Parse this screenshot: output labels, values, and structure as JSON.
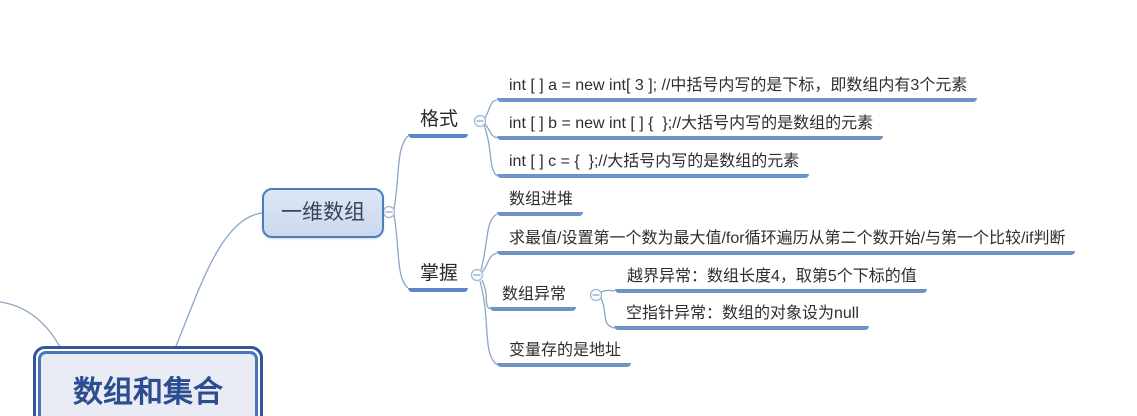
{
  "app": {
    "type": "mindmap-screenshot"
  },
  "colors": {
    "leaf_underline": "#6e93c8",
    "branch_underline": "#5d87c3",
    "connector": "#8ba5c7",
    "collapse_icon": "#9db4d6",
    "branch_node_border": "#4b7ebc",
    "branch_node_fill": "#d5e0f2",
    "root_outer_border": "#35549b",
    "root_inner_border": "#4a75b8",
    "root_fill": "#e9ecf4",
    "root_text": "#2c4d8f",
    "topic_text": "#2e2e2e"
  },
  "icons": {
    "collapse": "minus-in-circle"
  },
  "map": {
    "root": {
      "label": "数组和集合"
    },
    "array1d": {
      "label": "一维数组",
      "children": {
        "format": {
          "label": "格式",
          "children": {
            "code_a": {
              "label": "int [ ] a = new int[ 3 ]; //中括号内写的是下标，即数组内有3个元素"
            },
            "code_b": {
              "label": "int [ ] b = new int [ ] {  };//大括号内写的是数组的元素"
            },
            "code_c": {
              "label": "int [ ] c = {  };//大括号内写的是数组的元素"
            }
          }
        },
        "master": {
          "label": "掌握",
          "children": {
            "heap": {
              "label": "数组进堆"
            },
            "max": {
              "label": "求最值/设置第一个数为最大值/for循环遍历从第二个数开始/与第一个比较/if判断"
            },
            "exception": {
              "label": "数组异常",
              "children": {
                "oob": {
                  "label": "越界异常：数组长度4，取第5个下标的值"
                },
                "npe": {
                  "label": "空指针异常：数组的对象设为null"
                }
              }
            },
            "addr": {
              "label": "变量存的是地址"
            }
          }
        }
      }
    }
  }
}
